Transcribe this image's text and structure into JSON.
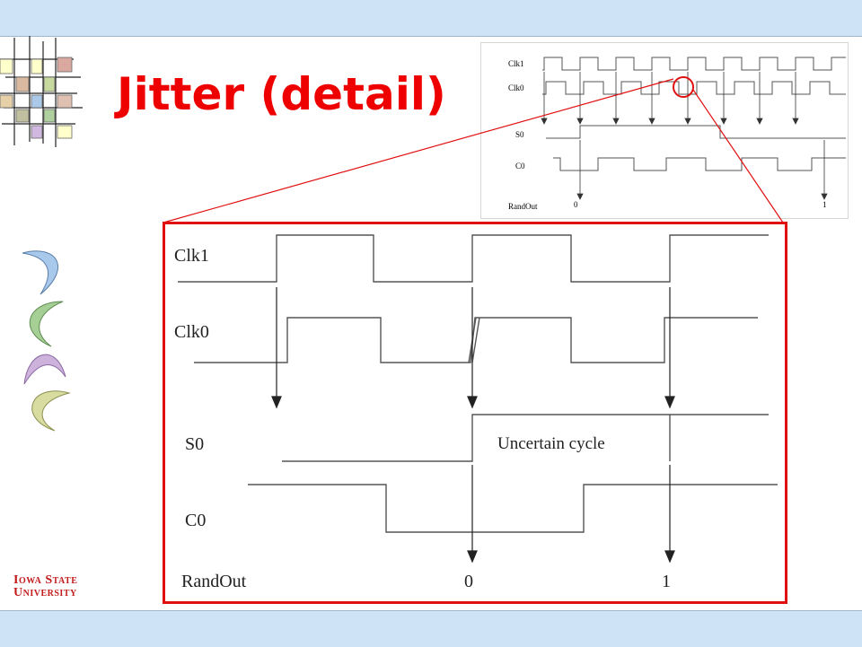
{
  "slide": {
    "title": "Jitter (detail)"
  },
  "logo": {
    "university_line1": "Iowa State",
    "university_line2": "University"
  },
  "thumbnail": {
    "signals": [
      "Clk1",
      "Clk0",
      "S0",
      "C0",
      "RandOut"
    ],
    "randout_values": [
      "0",
      "1"
    ]
  },
  "detail": {
    "signals": [
      "Clk1",
      "Clk0",
      "S0",
      "C0",
      "RandOut"
    ],
    "annotation": "Uncertain  cycle",
    "randout_values": [
      "0",
      "1"
    ]
  },
  "colors": {
    "title": "#ee0000",
    "highlight": "#e01010",
    "band": "#cfe3f6",
    "wave": "#000000"
  }
}
